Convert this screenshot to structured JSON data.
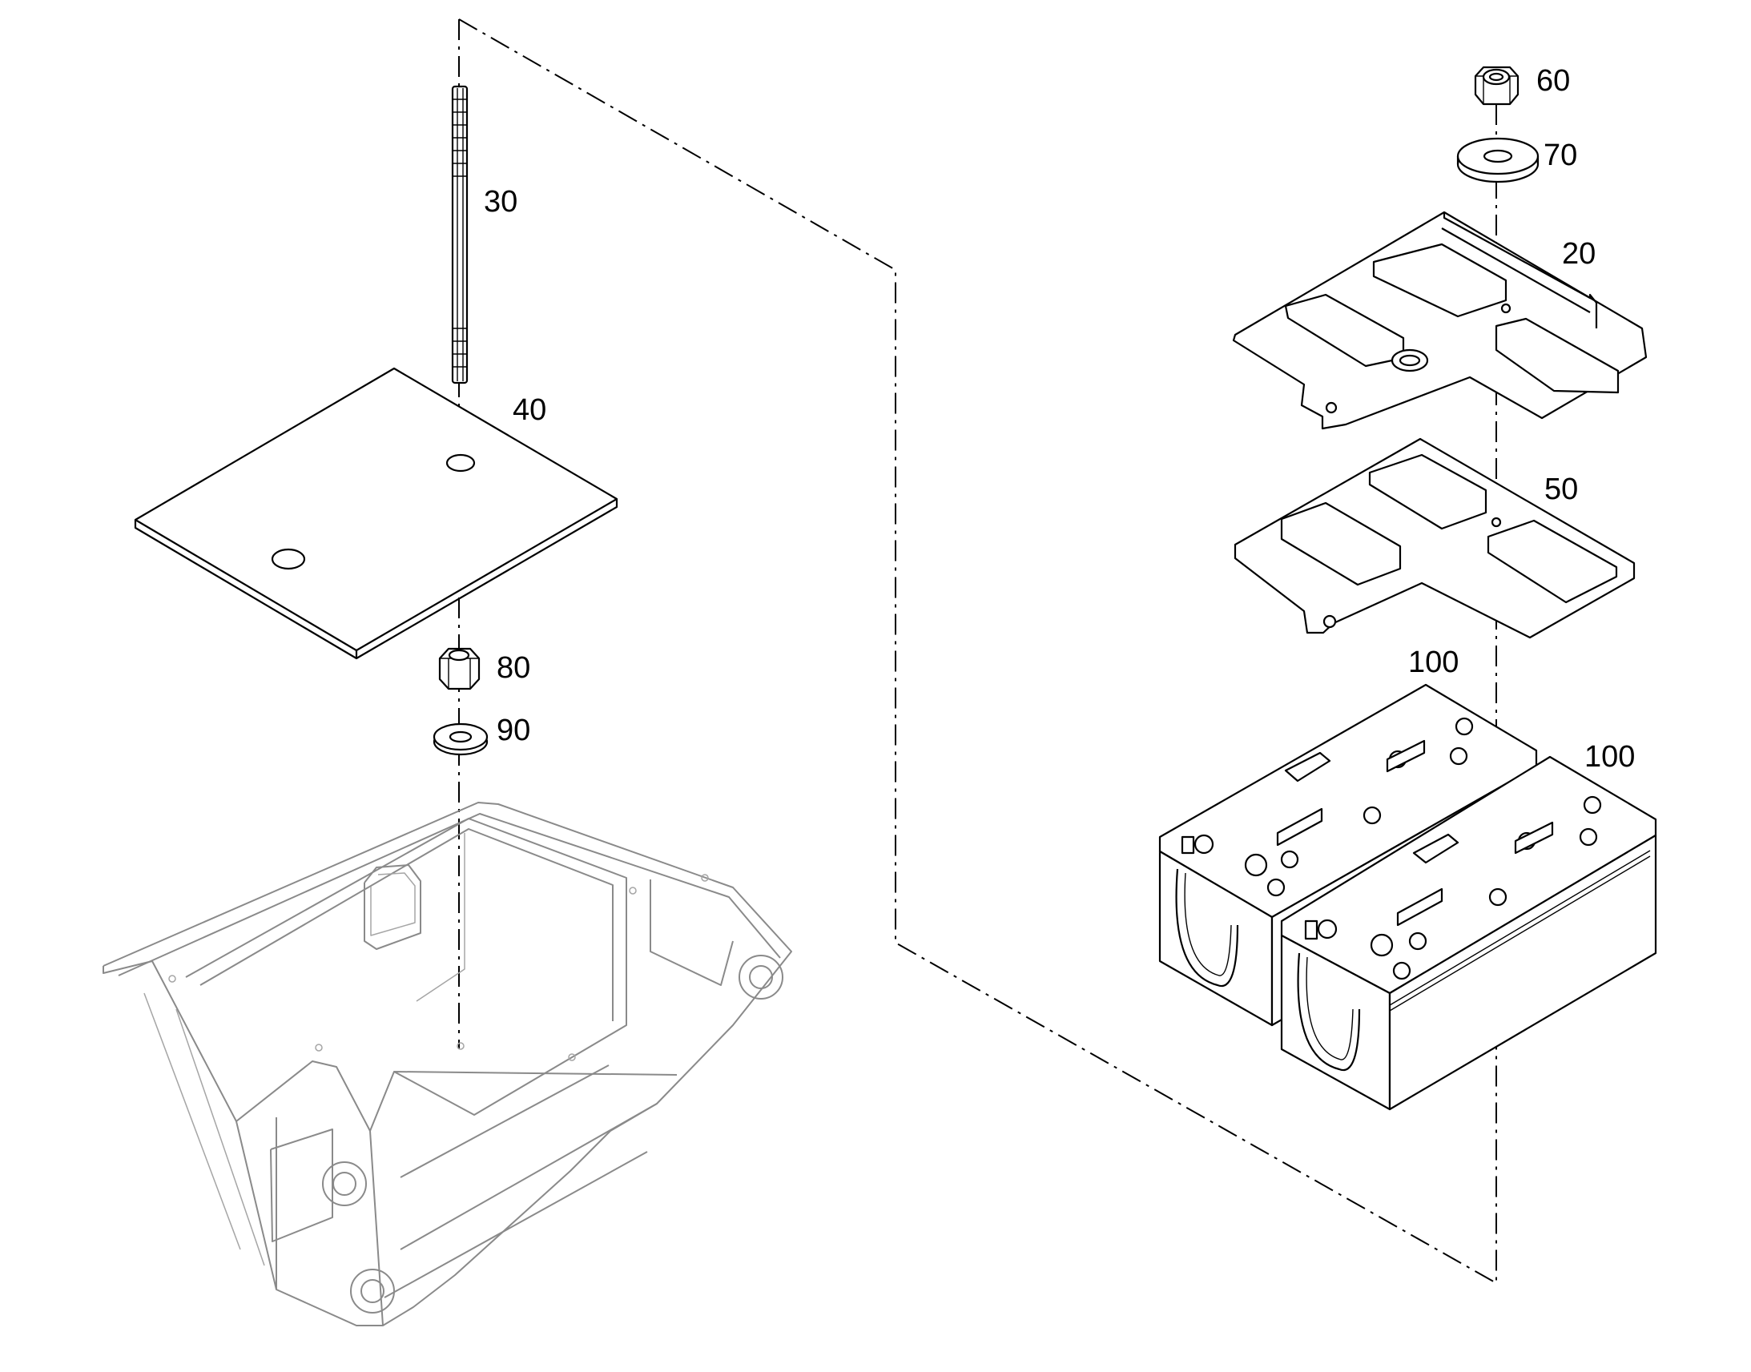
{
  "colors": {
    "line": "#000000",
    "frame_line": "#8a8a8a",
    "background": "#ffffff"
  },
  "callouts": {
    "c20": "20",
    "c30": "30",
    "c40": "40",
    "c50": "50",
    "c60": "60",
    "c70": "70",
    "c80": "80",
    "c90": "90",
    "c100a": "100",
    "c100b": "100"
  }
}
